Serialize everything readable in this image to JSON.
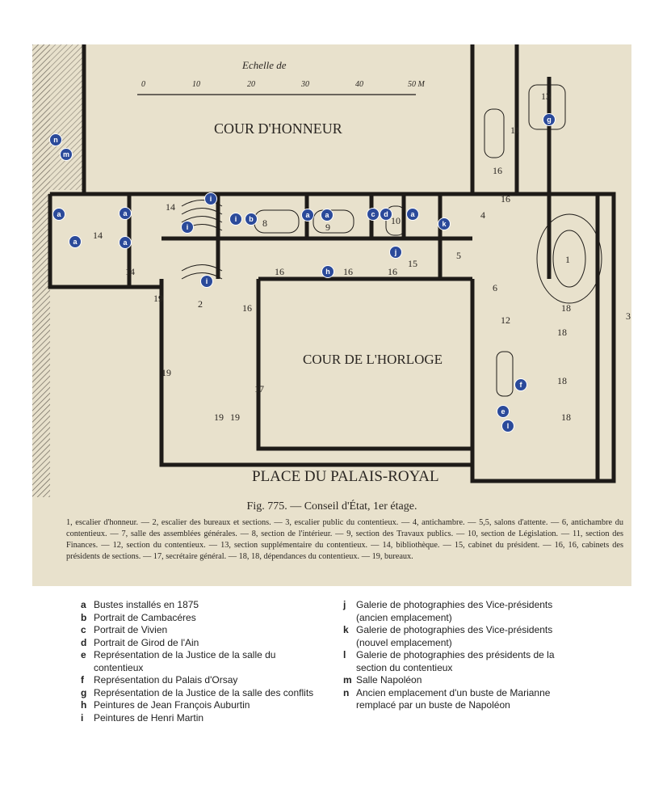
{
  "plan": {
    "scale_label": "Echelle de",
    "scale_ticks": [
      "0",
      "10",
      "20",
      "30",
      "40",
      "50 M"
    ],
    "courts": [
      "COUR D'HONNEUR",
      "COUR DE L'HORLOGE",
      "PLACE DU PALAIS-ROYAL"
    ],
    "room_numbers": [
      "14",
      "14",
      "14",
      "8",
      "9",
      "10",
      "4",
      "5",
      "1",
      "16",
      "16",
      "16",
      "15",
      "11",
      "13",
      "16",
      "16",
      "6",
      "12",
      "3",
      "18",
      "18",
      "18",
      "18",
      "19",
      "2",
      "16",
      "19",
      "19",
      "19",
      "17"
    ],
    "markers": [
      "n",
      "m",
      "a",
      "a",
      "a",
      "a",
      "i",
      "i",
      "i",
      "b",
      "a",
      "a",
      "c",
      "d",
      "a",
      "k",
      "j",
      "h",
      "i",
      "g",
      "f",
      "e",
      "l"
    ]
  },
  "caption": {
    "figure": "Fig. 775. — Conseil d'État, 1er étage.",
    "key": "1, escalier d'honneur. — 2, escalier des bureaux et sections. — 3, escalier public du contentieux. — 4, antichambre. — 5,5, salons d'attente. — 6, antichambre du contentieux. — 7, salle des assemblées générales. — 8, section de l'intérieur. — 9, section des Travaux publics. — 10, section de Législation. — 11, section des Finances. — 12, section du contentieux. — 13, section supplémentaire du contentieux. — 14, bibliothèque. — 15, cabinet du président. — 16, 16, cabinets des présidents de sections. — 17, secrétaire général. — 18, 18, dépendances du contentieux. — 19, bureaux."
  },
  "legend": {
    "left": [
      {
        "key": "a",
        "text": "Bustes installés en 1875"
      },
      {
        "key": "b",
        "text": "Portrait de Cambacéres"
      },
      {
        "key": "c",
        "text": "Portrait de Vivien"
      },
      {
        "key": "d",
        "text": "Portrait de Girod de l'Ain"
      },
      {
        "key": "e",
        "text": "Représentation de la Justice de la salle du contentieux"
      },
      {
        "key": "f",
        "text": "Représentation du Palais d'Orsay"
      },
      {
        "key": "g",
        "text": "Représentation de la Justice de la salle des conflits"
      },
      {
        "key": "h",
        "text": "Peintures de Jean François Auburtin"
      },
      {
        "key": "i",
        "text": "Peintures de Henri Martin"
      }
    ],
    "right": [
      {
        "key": "j",
        "text": "Galerie de photographies des Vice-présidents (ancien emplacement)"
      },
      {
        "key": "k",
        "text": "Galerie de photographies des Vice-présidents (nouvel emplacement)"
      },
      {
        "key": "l",
        "text": "Galerie de photographies des présidents de la section du contentieux"
      },
      {
        "key": "m",
        "text": "Salle Napoléon"
      },
      {
        "key": "n",
        "text": "Ancien emplacement d'un buste de Marianne remplacé par un buste de Napoléon"
      }
    ]
  },
  "colors": {
    "marker": "#2b4a9a",
    "paper": "#e8e1cc",
    "ink": "#2a2622"
  }
}
